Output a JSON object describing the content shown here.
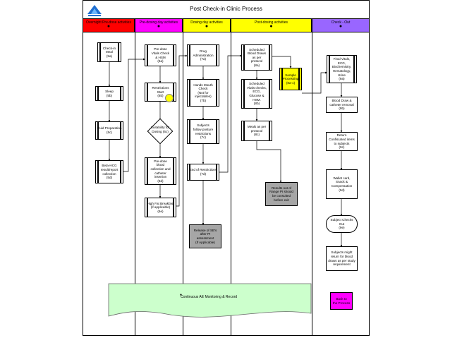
{
  "title": "Post Check-in Clinic Process",
  "logo_icon": "company-logo-icon",
  "lanes": [
    {
      "label": "Overnight Pre-dose activities",
      "color": "#ff0000"
    },
    {
      "label": "Pre-dosing day activities",
      "color": "#ff00ff"
    },
    {
      "label": "Dosing day activities",
      "color": "#ffff00"
    },
    {
      "label": "Post-dosing activities",
      "color": "#ffff00"
    },
    {
      "label": "Check - Out",
      "color": "#9966ff"
    }
  ],
  "lane_marker": "●",
  "boxes": {
    "checkin_meal": "Check-in\nMeal\n(5a)",
    "sleep": "Sleep\n(5b)",
    "fluid_prep": "Fluid Preparation\n(5c)",
    "beta_hcg": "Beta-HCG\nresult/report\ncollection\n(5d)",
    "predose_vitals": "Pre-dose\nVitals Check\n& HSM\n(6a)",
    "restrictions_start": "Restrictions\nStart\n(6b)",
    "suitability": "Suitability for\nDosing\n(6c)",
    "predose_blood": "Pre-dose\nblood\ncollection and\ncatheter\ninsertion\n(6d)",
    "high_fat": "High Fat Breakfast\n(if applicable)\n(6e)",
    "drug_admin": "Drug\nAdministration\n(7a)",
    "hands_mouth": "Hands Mouth\nCheck\n(Not for\ninjectables)\n(7b)",
    "posture": "Subjects\nfollow posture\nrestrictions\n(7c)",
    "end_restrictions": "End of Restrictions\n(7d)",
    "release_sb": "Release of SB's\nafter PI\nassessment\n(If Applicable)",
    "scheduled_draws": "Scheduled\nBlood Draws\nas per\nprotocol\n(8a)",
    "sample_processing": "Sample\nProcessing\n(8a-1)",
    "scheduled_vitals": "Scheduled\nVitals checks,\nECG,\nGlucose &\nHSM.\n(8b)",
    "meals": "Meals as per\nprotocol\n(8c)",
    "results_out": "Results out of\nRange PI should\nbe consulted\nbefore exit",
    "final_vitals": "Final Vitals,\nECG,\nBiochemistry,\nHematology,\nUrine\n(9a)",
    "blood_draw_removal": "Blood Draw &\ncatheter removal\n(9b)",
    "return_items": "Return\nConfiscated items\nto subjects\n(9c)",
    "wallet_card": "Wallet card,\nSnack &\nCompensation\n(9d)",
    "checks_out": "Subject Checks\nOut\n(9e)",
    "night_return": "Subjects might\nreturn for blood\ndraws as per study\nrequirement",
    "back_to_top": "Back to\nthe Process"
  },
  "banner": "Continuous AE Monitoring & Record"
}
